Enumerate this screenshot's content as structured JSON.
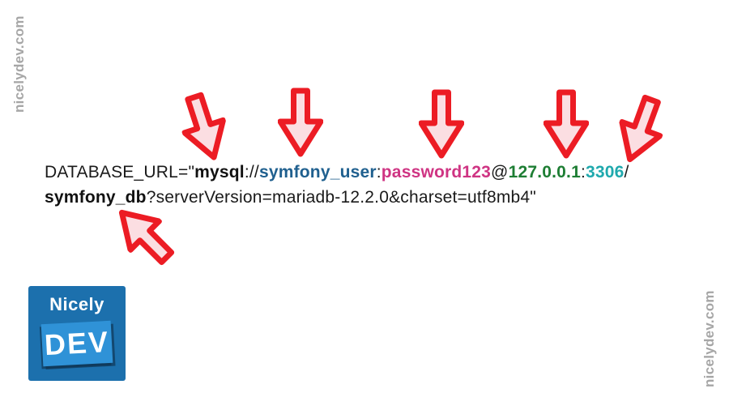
{
  "watermarks": {
    "left": "nicelydev.com",
    "right": "nicelydev.com"
  },
  "connection_string": {
    "full_value": "DATABASE_URL=\"mysql://symfony_user:password123@127.0.0.1:3306/symfony_db?serverVersion=mariadb-12.2.0&charset=utf8mb4\"",
    "segments": [
      {
        "text": "DATABASE_URL=\"",
        "style": "plain"
      },
      {
        "text": "mysql",
        "style": "scheme"
      },
      {
        "text": "://",
        "style": "plain"
      },
      {
        "text": "symfony_user",
        "style": "user"
      },
      {
        "text": ":",
        "style": "plain"
      },
      {
        "text": "password123",
        "style": "password"
      },
      {
        "text": "@",
        "style": "plain"
      },
      {
        "text": "127.0.0.1",
        "style": "host"
      },
      {
        "text": ":",
        "style": "plain"
      },
      {
        "text": "3306",
        "style": "port"
      },
      {
        "text": "/",
        "style": "plain",
        "break_after": true
      },
      {
        "text": "symfony_db",
        "style": "database"
      },
      {
        "text": "?serverVersion=mariadb-12.2.0&charset=utf8mb4\"",
        "style": "plain"
      }
    ],
    "styles": {
      "plain": {
        "color": "#1a1a1a",
        "bold": false
      },
      "scheme": {
        "color": "#111111",
        "bold": true
      },
      "user": {
        "color": "#20608f",
        "bold": true
      },
      "password": {
        "color": "#cf3483",
        "bold": true
      },
      "host": {
        "color": "#1e7e34",
        "bold": true
      },
      "port": {
        "color": "#1fa9ad",
        "bold": true
      },
      "database": {
        "color": "#111111",
        "bold": true
      }
    }
  },
  "arrows": [
    {
      "id": "mysql",
      "points_to": "mysql",
      "direction": "down-right"
    },
    {
      "id": "user",
      "points_to": "symfony_user",
      "direction": "down"
    },
    {
      "id": "password",
      "points_to": "password123",
      "direction": "down"
    },
    {
      "id": "host",
      "points_to": "127.0.0.1",
      "direction": "down"
    },
    {
      "id": "port",
      "points_to": "3306",
      "direction": "down-left"
    },
    {
      "id": "db",
      "points_to": "symfony_db",
      "direction": "up-left"
    }
  ],
  "logo": {
    "title": "Nicely",
    "badge": "DEV"
  },
  "colors": {
    "arrow_outline": "#ec1c24",
    "arrow_fill": "#fbdee2",
    "watermark_gray": "#a6a6a6",
    "logo_square_blue": "#1c70ad",
    "logo_badge_blue": "#2f92d7",
    "logo_badge_shadow": "rgba(15,50,80,0.65)",
    "logo_text_white": "#ffffff"
  }
}
